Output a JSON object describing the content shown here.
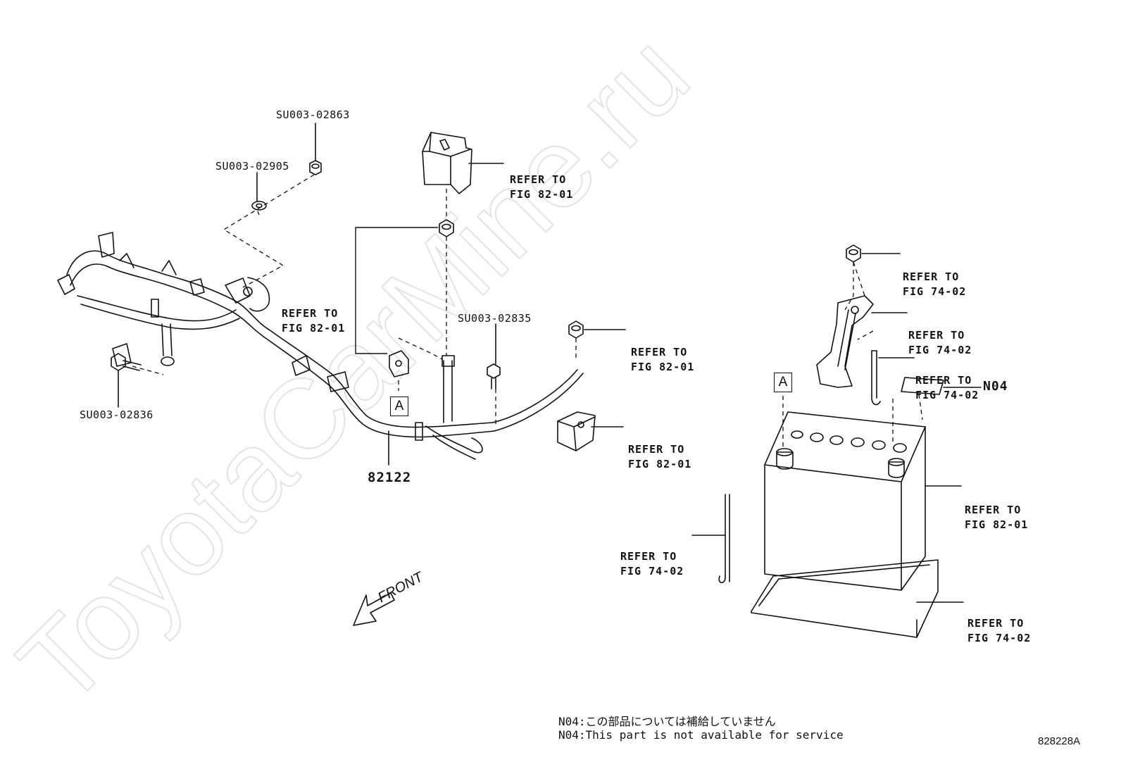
{
  "watermark": "ToyotaCarMine.ru",
  "part_numbers": {
    "nut_top": "SU003-02863",
    "washer": "SU003-02905",
    "bolt_left": "SU003-02836",
    "bolt_mid": "SU003-02835",
    "harness": "82122"
  },
  "refs": {
    "terminal_cover": [
      "REFER TO",
      "FIG 82-01"
    ],
    "harness_bracket": [
      "REFER TO",
      "FIG 82-01"
    ],
    "pos_nut": [
      "REFER TO",
      "FIG 82-01"
    ],
    "fuse_block": [
      "REFER TO",
      "FIG 82-01"
    ],
    "clamp_nut": [
      "REFER TO",
      "FIG 74-02"
    ],
    "clamp": [
      "REFER TO",
      "FIG 74-02"
    ],
    "hook_bolt_right": [
      "REFER TO",
      "FIG 74-02"
    ],
    "battery": [
      "REFER TO",
      "FIG 82-01"
    ],
    "hook_bolt_left": [
      "REFER TO",
      "FIG 74-02"
    ],
    "tray": [
      "REFER TO",
      "FIG 74-02"
    ]
  },
  "callouts": {
    "box_a": "A",
    "n04": "N04",
    "front": "FRONT"
  },
  "notes": {
    "jp": "N04:この部品については補給していません",
    "en": "N04:This part is not available for service"
  },
  "figure_id": "828228A"
}
